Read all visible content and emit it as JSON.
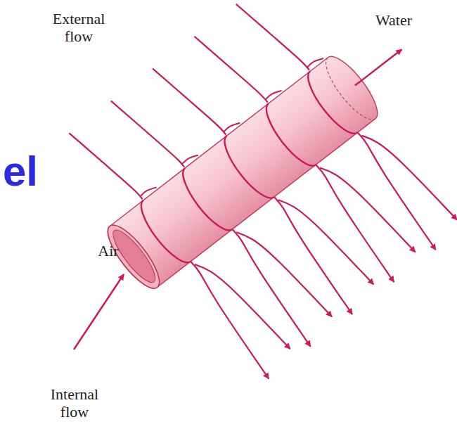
{
  "diagram": {
    "labels": [
      "el",
      "External flow",
      "Water",
      "Air",
      "Internal flow"
    ]
  }
}
